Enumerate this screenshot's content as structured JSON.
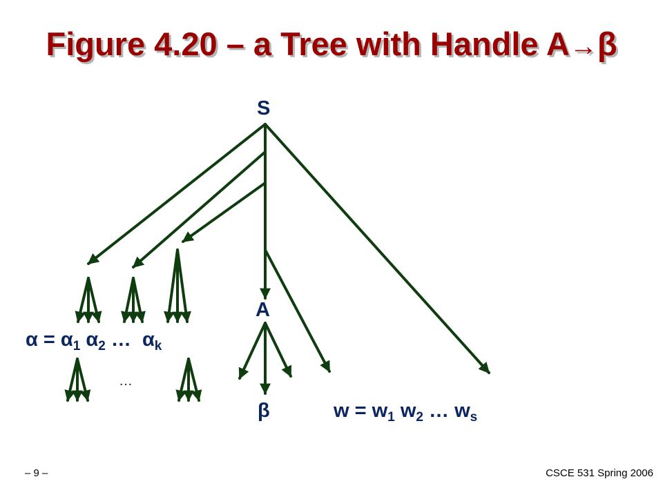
{
  "slide": {
    "title_prefix": "Figure 4.20 – a Tree with Handle A",
    "title_arrow": "→",
    "title_suffix": "β",
    "page_number": "– 9 –",
    "course": "CSCE 531 Spring 2006"
  },
  "diagram": {
    "root": "S",
    "handle_nonterminal": "A",
    "handle_rhs": "β",
    "alpha": {
      "lhs": "α = α",
      "sub1": "1",
      "second": "α",
      "sub2": "2",
      "dots": "…",
      "last": "α",
      "subk": "k"
    },
    "alpha_ellipsis": "…",
    "w": {
      "lhs": "w = w",
      "sub1": "1",
      "second": "w",
      "sub2": "2",
      "dots": "…",
      "last": "w",
      "subs": "s"
    },
    "colors": {
      "arrow": "#0f3d0f",
      "label": "#0b2560",
      "title": "#990000"
    }
  }
}
